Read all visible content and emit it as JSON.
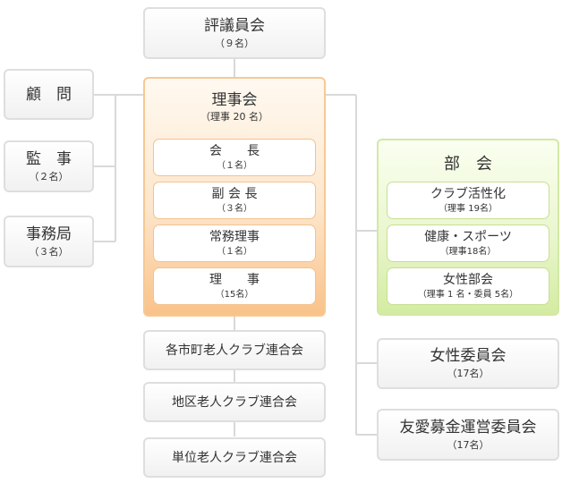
{
  "council": {
    "title": "評議員会",
    "count": "（９名）"
  },
  "advisor": {
    "title": "顧　問"
  },
  "auditor": {
    "title": "監　事",
    "count": "（２名）"
  },
  "secretariat": {
    "title": "事務局",
    "count": "（３名）"
  },
  "board": {
    "title": "理事会",
    "count": "（理事 20 名）",
    "members": [
      {
        "title": "会　　長",
        "count": "（１名）"
      },
      {
        "title": "副 会 長",
        "count": "（３名）"
      },
      {
        "title": "常務理事",
        "count": "（１名）"
      },
      {
        "title": "理　　事",
        "count": "（15名）"
      }
    ]
  },
  "divisions": {
    "title": "部　会",
    "items": [
      {
        "title": "クラブ活性化",
        "count": "（理事 19名）"
      },
      {
        "title": "健康・スポーツ",
        "count": "（理事18名）"
      },
      {
        "title": "女性部会",
        "count": "（理事 1 名・委員 5名）"
      }
    ]
  },
  "womens_committee": {
    "title": "女性委員会",
    "count": "（17名）"
  },
  "fund_committee": {
    "title": "友愛募金運営委員会",
    "count": "（17名）"
  },
  "federations": [
    {
      "title": "各市町老人クラブ連合会"
    },
    {
      "title": "地区老人クラブ連合会"
    },
    {
      "title": "単位老人クラブ連合会"
    }
  ]
}
